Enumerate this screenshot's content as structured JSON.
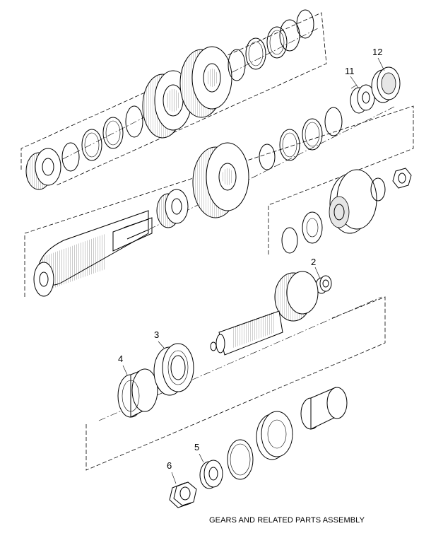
{
  "caption": "GEARS AND RELATED PARTS ASSEMBLY",
  "callouts": {
    "c2": "2",
    "c3": "3",
    "c4": "4",
    "c5": "5",
    "c6": "6",
    "c11": "11",
    "c12": "12"
  }
}
